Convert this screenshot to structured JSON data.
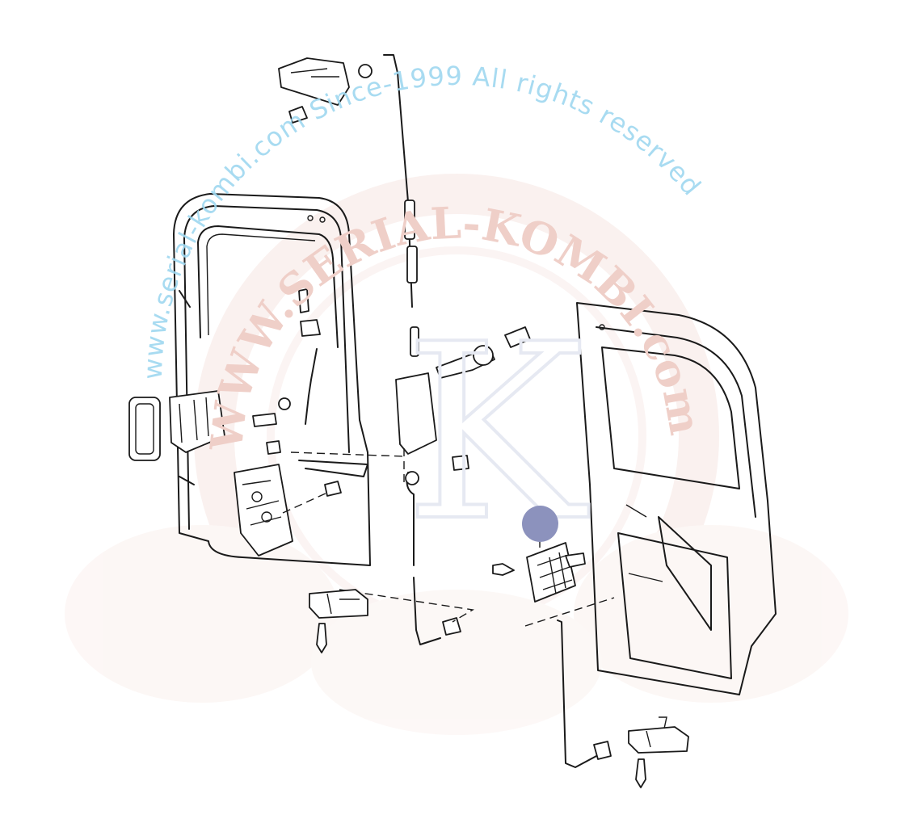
{
  "watermark": {
    "arc_text": "www.serial-kombi.com   Since-1999 All rights reserved",
    "logo_text": "WWW.SERIAL-KOMBI.com",
    "logo_letter": "K",
    "arc_color": "#9fd8f0",
    "logo_color": "#f3dcd6"
  },
  "hotspot": {
    "color": "#8c92bd"
  }
}
